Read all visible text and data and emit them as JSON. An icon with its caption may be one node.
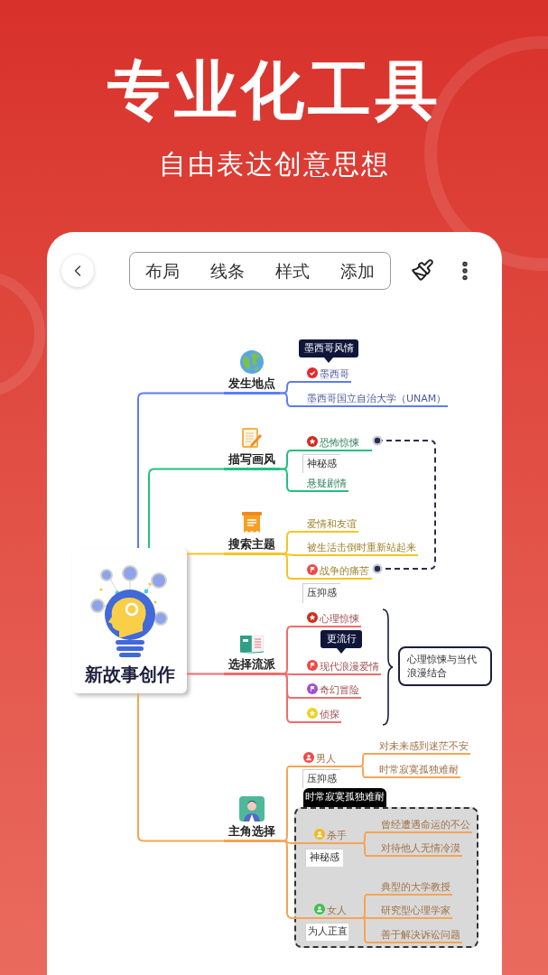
{
  "diagram": {
    "title": "专业化工具",
    "nodes": [
      {
        "text": [
          "新故事创作"
        ]
      },
      {
        "text": [
          "发生地点"
        ]
      },
      {
        "text": [
          "墨西哥风情"
        ]
      },
      {
        "text": [
          "墨西哥"
        ]
      },
      {
        "text": [
          "墨西哥国立自治大学（UNAM）"
        ]
      },
      {
        "text": [
          "描写画风"
        ]
      },
      {
        "text": [
          "恐怖惊悚"
        ]
      },
      {
        "text": [
          "神秘感"
        ]
      },
      {
        "text": [
          "悬疑剧情"
        ]
      },
      {
        "text": [
          "搜索主题"
        ]
      },
      {
        "text": [
          "爱情和友谊"
        ]
      },
      {
        "text": [
          "被生活击倒时重新站起来"
        ]
      },
      {
        "text": [
          "战争的痛苦"
        ]
      },
      {
        "text": [
          "压抑感"
        ]
      },
      {
        "text": [
          "选择流派"
        ]
      },
      {
        "text": [
          "心理惊悚"
        ]
      },
      {
        "text": [
          "更流行"
        ]
      },
      {
        "text": [
          "现代浪漫爱情"
        ]
      },
      {
        "text": [
          "奇幻冒险"
        ]
      },
      {
        "text": [
          "侦探"
        ]
      },
      {
        "text": [
          "心理惊悚与当代浪漫结合"
        ]
      },
      {
        "text": [
          "主角选择"
        ]
      },
      {
        "text": [
          "男人"
        ]
      },
      {
        "text": [
          "压抑感"
        ]
      },
      {
        "text": [
          "对未来感到迷茫不安"
        ]
      },
      {
        "text": [
          "时常寂寞孤独难耐"
        ]
      },
      {
        "text": [
          "时常寂寞孤独难耐"
        ]
      },
      {
        "text": [],
        "shape": "box"
      },
      {
        "text": [
          "杀手"
        ],
        "in": 27
      },
      {
        "text": [
          "神秘感"
        ],
        "in": 27
      },
      {
        "text": [
          "曾经遭遇命运的不公"
        ],
        "in": 27
      },
      {
        "text": [
          "对待他人无情冷漠"
        ],
        "in": 27
      },
      {
        "text": [
          "典型的大学教授"
        ],
        "in": 27
      },
      {
        "text": [
          "女人"
        ],
        "in": 27
      },
      {
        "text": [
          "为人正直"
        ],
        "in": 27
      },
      {
        "text": [
          "研究型心理学家"
        ],
        "in": 27
      },
      {
        "text": [
          "善于解决诉讼问题"
        ],
        "in": 27
      }
    ],
    "edges": [
      {
        "from": 0,
        "to": 1,
        "arrow": "none",
        "color": "#5b7cf5"
      },
      {
        "from": 0,
        "to": 5,
        "arrow": "none",
        "color": "#22c07f"
      },
      {
        "from": 0,
        "to": 9,
        "arrow": "none",
        "color": "#f2c523"
      },
      {
        "from": 0,
        "to": 14,
        "arrow": "none",
        "color": "#f26b6b"
      },
      {
        "from": 0,
        "to": 21,
        "arrow": "none",
        "color": "#f5a456"
      },
      {
        "from": 1,
        "to": 3,
        "arrow": "none",
        "color": "#5b7cf5"
      },
      {
        "from": 1,
        "to": 4,
        "arrow": "none",
        "color": "#5b7cf5"
      },
      {
        "from": 5,
        "to": 6,
        "arrow": "none",
        "color": "#22c07f"
      },
      {
        "from": 5,
        "to": 8,
        "arrow": "none",
        "color": "#22c07f"
      },
      {
        "from": 9,
        "to": 10,
        "arrow": "none",
        "color": "#f2c523"
      },
      {
        "from": 9,
        "to": 11,
        "arrow": "none",
        "color": "#f2c523"
      },
      {
        "from": 9,
        "to": 12,
        "arrow": "none",
        "color": "#f2c523"
      },
      {
        "from": 14,
        "to": 15,
        "arrow": "none",
        "color": "#f26b6b"
      },
      {
        "from": 14,
        "to": 17,
        "arrow": "none",
        "color": "#f26b6b"
      },
      {
        "from": 14,
        "to": 18,
        "arrow": "none",
        "color": "#f26b6b"
      },
      {
        "from": 14,
        "to": 19,
        "arrow": "none",
        "color": "#f26b6b"
      },
      {
        "from": 21,
        "to": 22,
        "arrow": "none",
        "color": "#f5a456"
      },
      {
        "from": 22,
        "to": 24,
        "arrow": "none",
        "color": "#f5a456"
      },
      {
        "from": 22,
        "to": 25,
        "arrow": "none",
        "color": "#f5a456"
      },
      {
        "from": 21,
        "to": 28,
        "arrow": "none",
        "color": "#f5a456"
      },
      {
        "from": 28,
        "to": 30,
        "arrow": "none",
        "color": "#f5a456"
      },
      {
        "from": 28,
        "to": 31,
        "arrow": "none",
        "color": "#f5a456"
      },
      {
        "from": 21,
        "to": 33,
        "arrow": "none",
        "color": "#f5a456"
      },
      {
        "from": 33,
        "to": 32,
        "arrow": "none",
        "color": "#f5a456"
      },
      {
        "from": 33,
        "to": 35,
        "arrow": "none",
        "color": "#f5a456"
      },
      {
        "from": 33,
        "to": 36,
        "arrow": "none",
        "color": "#f5a456"
      },
      {
        "from": 6,
        "to": 12,
        "arrow": "other",
        "style": "dashed",
        "color": "#2a2d4d"
      }
    ],
    "labels": [
      "自由表达创意思想",
      "布局",
      "线条",
      "样式",
      "添加"
    ]
  }
}
